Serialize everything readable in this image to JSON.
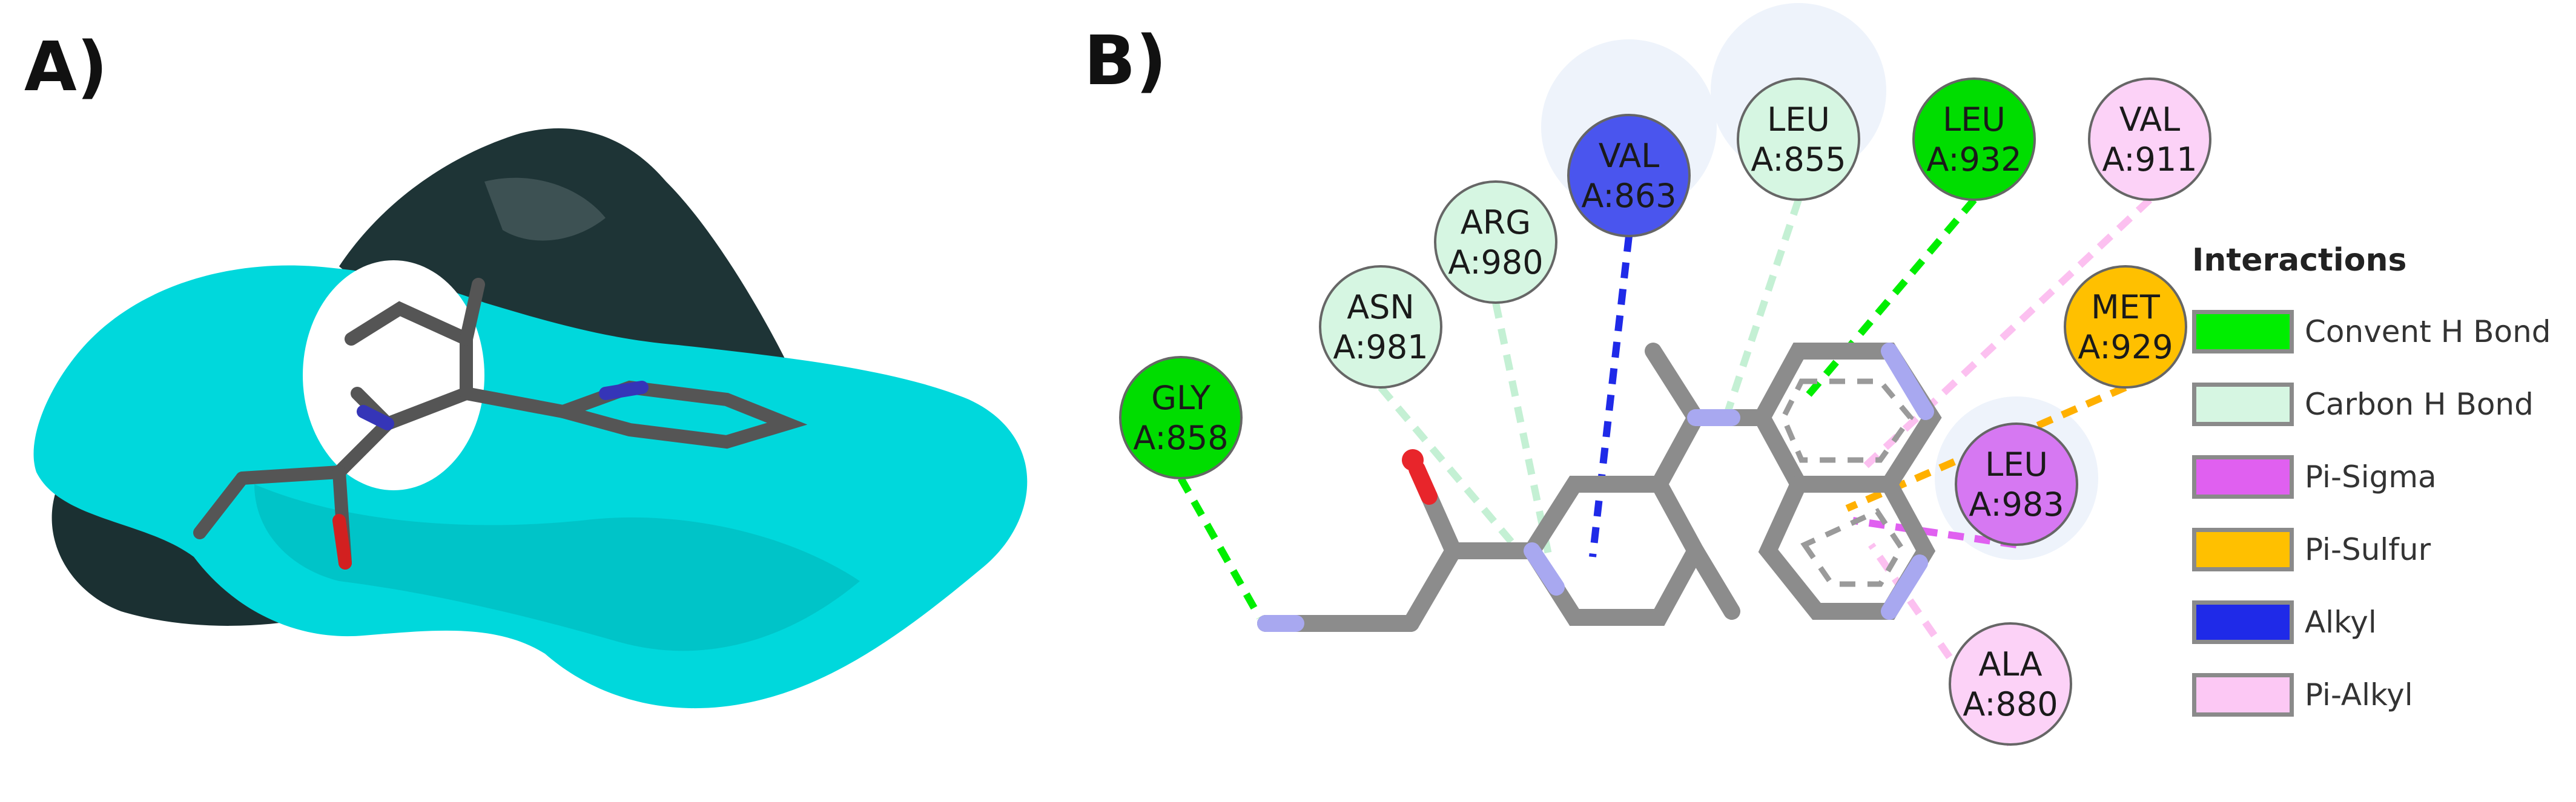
{
  "panels": {
    "a_label": "A)",
    "b_label": "B)"
  },
  "residues": [
    {
      "name": "GLY",
      "id": "A:858",
      "type": "conventional_h_bond",
      "fill": "#00dd00"
    },
    {
      "name": "ASN",
      "id": "A:981",
      "type": "carbon_h_bond",
      "fill": "#d6f6e2"
    },
    {
      "name": "ARG",
      "id": "A:980",
      "type": "carbon_h_bond",
      "fill": "#d6f6e2"
    },
    {
      "name": "VAL",
      "id": "A:863",
      "type": "alkyl",
      "fill": "#4a55ee"
    },
    {
      "name": "LEU",
      "id": "A:855",
      "type": "carbon_h_bond",
      "fill": "#d6f6e2"
    },
    {
      "name": "LEU",
      "id": "A:932",
      "type": "conventional_h_bond",
      "fill": "#00dd00"
    },
    {
      "name": "VAL",
      "id": "A:911",
      "type": "pi_alkyl",
      "fill": "#fcd2f7"
    },
    {
      "name": "MET",
      "id": "A:929",
      "type": "pi_sulfur",
      "fill": "#ffc000"
    },
    {
      "name": "LEU",
      "id": "A:983",
      "type": "pi_sigma",
      "fill": "#d678f2"
    },
    {
      "name": "ALA",
      "id": "A:880",
      "type": "pi_alkyl",
      "fill": "#fcd2f7"
    }
  ],
  "legend": {
    "title": "Interactions",
    "items": [
      {
        "label": "Convent H Bond",
        "color": "#00ee00"
      },
      {
        "label": "Carbon H Bond",
        "color": "#d6f6e2"
      },
      {
        "label": "Pi-Sigma",
        "color": "#e060f0"
      },
      {
        "label": "Pi-Sulfur",
        "color": "#ffc000"
      },
      {
        "label": "Alkyl",
        "color": "#1f2ae8"
      },
      {
        "label": "Pi-Alkyl",
        "color": "#fcc8f4"
      }
    ]
  },
  "colors": {
    "pocket_surface": "#00d8dc",
    "pocket_dark": "#1e3436",
    "bond_carbon": "#8c8c8c",
    "atom_nitrogen": "#9999f0",
    "atom_oxygen": "#e8252b"
  }
}
